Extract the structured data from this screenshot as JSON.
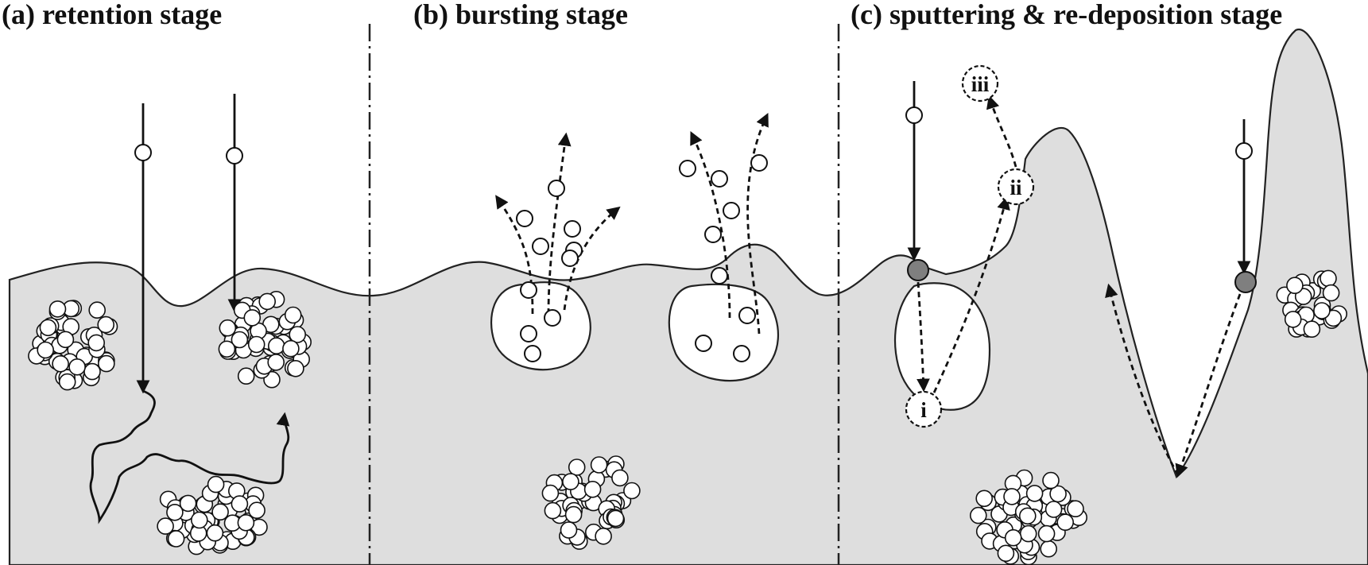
{
  "stages": [
    {
      "id": "a",
      "title": "(a) retention stage"
    },
    {
      "id": "b",
      "title": "(b) bursting stage"
    },
    {
      "id": "c",
      "title": "(c) sputtering & re-deposition stage"
    }
  ],
  "markers": {
    "i": "i",
    "ii": "ii",
    "iii": "iii"
  },
  "colors": {
    "material": "#dedede",
    "background": "#ffffff",
    "line": "#111111",
    "impact_atom": "#7f7f7f"
  }
}
